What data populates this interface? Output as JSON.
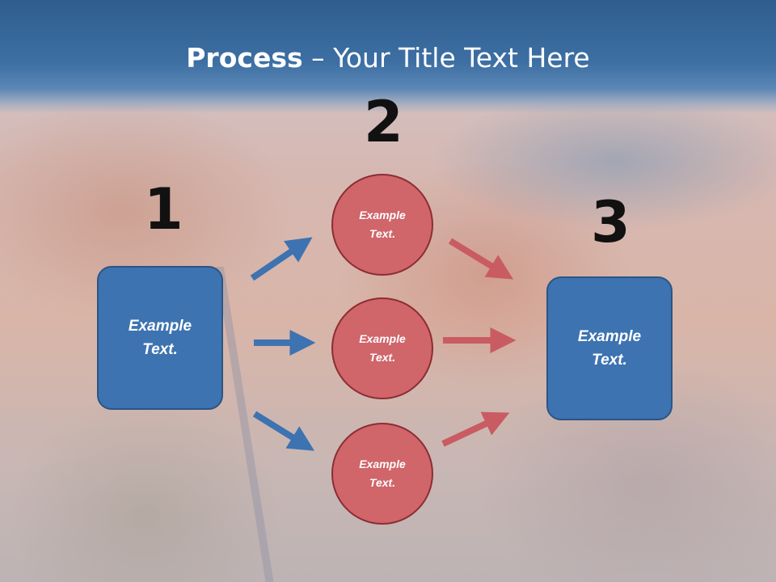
{
  "title": {
    "bold": "Process",
    "rest": " – Your Title Text Here"
  },
  "step_numbers": [
    "1",
    "2",
    "3"
  ],
  "left_box": {
    "text": "Example\nText."
  },
  "circles": [
    {
      "text": "Example\nText."
    },
    {
      "text": "Example\nText."
    },
    {
      "text": "Example\nText."
    }
  ],
  "right_box": {
    "text": "Example\nText."
  },
  "colors": {
    "blue": "#3d73b0",
    "red": "#d0656a",
    "title_band": "#3a6a9c"
  }
}
